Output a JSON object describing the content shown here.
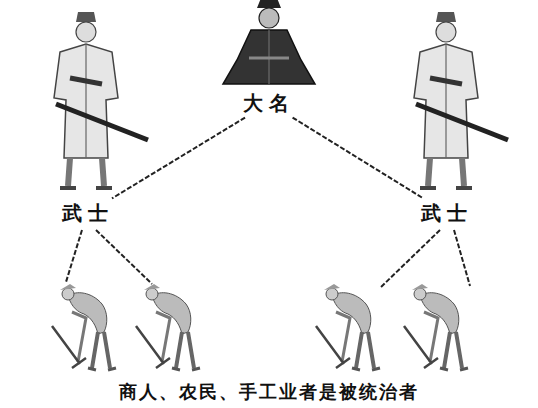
{
  "diagram": {
    "nodes": [
      {
        "text": [
          "大名"
        ]
      },
      {
        "text": [
          "武士"
        ]
      },
      {
        "text": [
          "武士"
        ]
      }
    ],
    "edges": [
      {
        "from": 0,
        "to": 1,
        "arrow": "none"
      },
      {
        "from": 0,
        "to": 2,
        "arrow": "none"
      }
    ],
    "labels": [
      "商人、农民、手工业者是被统治者"
    ]
  }
}
